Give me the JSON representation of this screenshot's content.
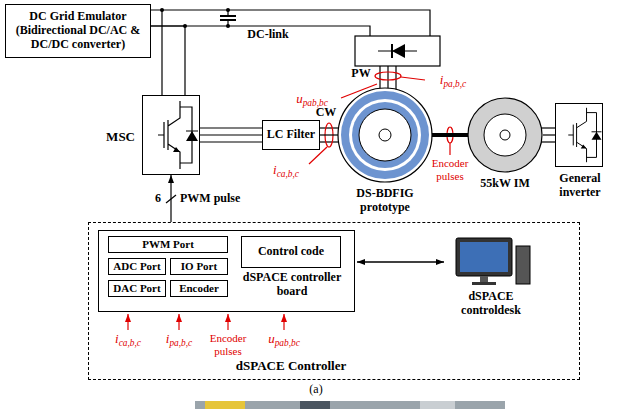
{
  "diagram": {
    "nodes": [
      {
        "text": [
          "DC Grid Emulator (Bidirectional DC/AC & DC/DC converter)"
        ]
      },
      {
        "text": [
          "MSC"
        ]
      },
      {
        "text": [
          "LC Filter"
        ]
      },
      {
        "text": [
          "DS-BDFIG prototype"
        ]
      },
      {
        "text": [
          "55kW IM"
        ]
      },
      {
        "text": [
          "General inverter"
        ]
      },
      {
        "text": [
          "dSPACE Controller"
        ]
      },
      {
        "text": [
          "dSPACE controller board"
        ],
        "in": 6
      },
      {
        "text": [
          "PWM Port"
        ],
        "in": 7
      },
      {
        "text": [
          "Control code"
        ],
        "in": 7
      },
      {
        "text": [
          "ADC Port"
        ],
        "in": 7
      },
      {
        "text": [
          "IO Port"
        ],
        "in": 7
      },
      {
        "text": [
          "DAC Port"
        ],
        "in": 7
      },
      {
        "text": [
          "Encoder"
        ],
        "in": 7
      },
      {
        "text": [
          "dSPACE controldesk"
        ],
        "in": 6
      }
    ],
    "edges": [
      {
        "from": 0,
        "to": 1,
        "arrow": "none"
      },
      {
        "from": 1,
        "to": 2,
        "arrow": "none"
      },
      {
        "from": 2,
        "to": 3,
        "arrow": "none"
      },
      {
        "from": 3,
        "to": 4,
        "arrow": "none"
      },
      {
        "from": 4,
        "to": 5,
        "arrow": "none"
      },
      {
        "from": 6,
        "to": 1,
        "label": "PWM pulse",
        "arrow": "to"
      },
      {
        "from": 7,
        "to": 14,
        "arrow": "both"
      }
    ],
    "labels": [
      "DC-link",
      "PW",
      "upab,bc",
      "ipa,b,c",
      "CW",
      "ica,b,c",
      "Encoder pulses",
      "6",
      "ica,b,c",
      "ipa,b,c",
      "Encoder pulses",
      "upab,bc",
      "(a)"
    ]
  }
}
